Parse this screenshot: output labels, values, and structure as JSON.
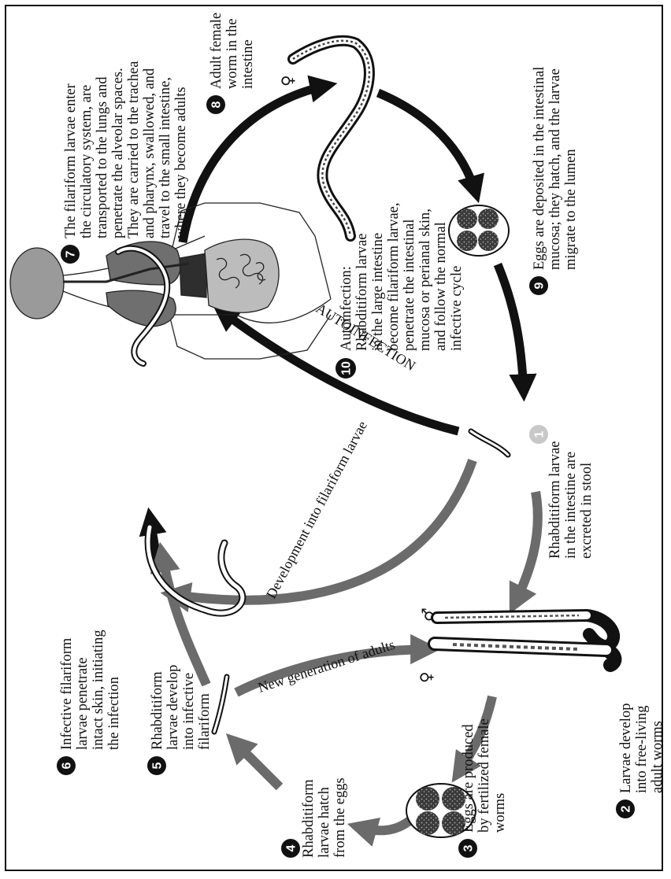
{
  "steps": [
    {
      "n": "1",
      "lines": [
        "Rhabditiform larvae",
        "in the intestine are",
        "excreted in stool"
      ]
    },
    {
      "n": "2",
      "lines": [
        "Larvae develop",
        "into free-living",
        "adult worms"
      ]
    },
    {
      "n": "3",
      "lines": [
        "Eggs are produced",
        "by fertilized female",
        "worms"
      ]
    },
    {
      "n": "4",
      "lines": [
        "Rhabditiform",
        "larvae hatch",
        "from the eggs"
      ]
    },
    {
      "n": "5",
      "lines": [
        "Rhabditiform",
        "larvae develop",
        "into infective",
        "filariform"
      ]
    },
    {
      "n": "6",
      "lines": [
        "Infective filariform",
        "larvae penetrate",
        "intact skin, initiating",
        "the infection"
      ]
    },
    {
      "n": "7",
      "lines": [
        "The filariform larvae enter",
        "the circulatory system, are",
        "transported to the lungs and",
        "penetrate the alveolar spaces.",
        "They are carried to the trachea",
        "and pharynx, swallowed, and",
        "travel to the small intestine,",
        "where they become adults"
      ]
    },
    {
      "n": "8",
      "lines": [
        "Adult female",
        "worm in the",
        "intestine"
      ]
    },
    {
      "n": "9",
      "lines": [
        "Eggs are deposited in the intestinal",
        "mucosa; they hatch, and the larvae",
        "migrate to the lumen"
      ]
    },
    {
      "n": "10",
      "lines": [
        "Autoinfection:",
        "Rhabditiform larvae",
        "in the large intestine",
        "become filariform larvae,",
        "penetrate the intestinal",
        "mucosa or perianal skin,",
        "and follow the normal",
        "infective cycle"
      ]
    }
  ],
  "arc_labels": {
    "autoinfection": "AUTOINFECTION",
    "development": "Development into filariform larvae",
    "new_generation": "New generation of adults"
  },
  "symbols": {
    "female": "♀",
    "male": "♂"
  },
  "colors": {
    "ink": "#111111",
    "arrow_gray": "#6b6b6b",
    "badge_light": "#c8c8c8"
  }
}
